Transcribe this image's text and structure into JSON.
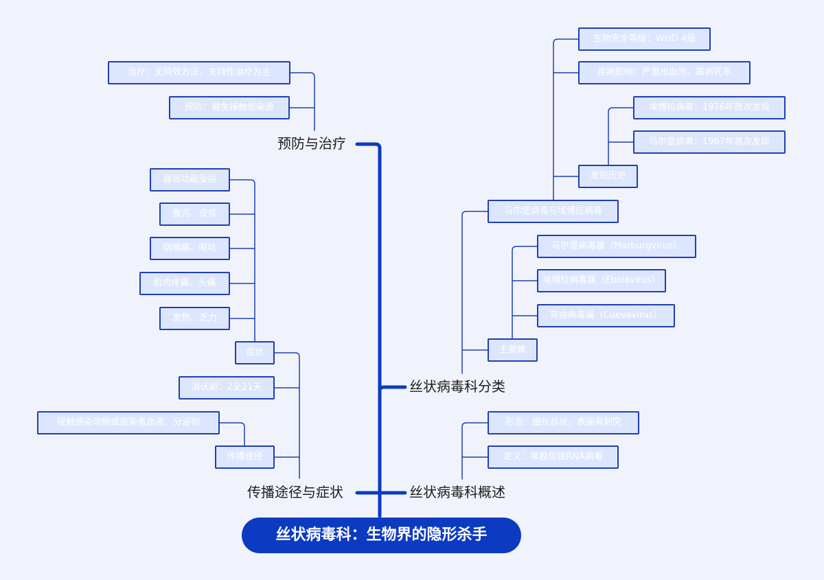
{
  "root": {
    "label": "丝状病毒科：生物界的隐形杀手"
  },
  "branches": {
    "prevention": {
      "label": "预防与治疗",
      "items": [
        "治疗：无特效方法，支持性治疗为主",
        "预防：避免接触感染源"
      ]
    },
    "transmission": {
      "label": "传播途径与症状",
      "symptoms": {
        "label": "症状",
        "items": [
          "器官功能受损",
          "腹泻、皮疹",
          "咽喉痛、呕吐",
          "肌肉疼痛、头痛",
          "发热、乏力"
        ]
      },
      "incubation": "潜伏期：2至21天",
      "route": {
        "label": "传播途径",
        "items": [
          "接触感染动物或感染者血液、分泌物"
        ]
      }
    },
    "classification": {
      "label": "丝状病毒科分类",
      "marburg_ebola": {
        "label": "马尔堡病毒与埃博拉病毒",
        "biosafety": "生物安全等级：WHO 4级",
        "impact": "疾病影响：严重出血热，高病死率",
        "history": {
          "label": "发现历史",
          "items": [
            "埃博拉病毒：1976年首次发现",
            "马尔堡病毒：1967年首次发现"
          ]
        }
      },
      "genera": {
        "label": "主要属",
        "items": [
          "马尔堡病毒属（Marburgvirus）",
          "埃博拉病毒属（Ebolavirus）",
          "弯曲病毒属（Cuevavirus）"
        ]
      }
    },
    "overview": {
      "label": "丝状病毒科概述",
      "items": [
        "形态：细长丝状，表面有刺突",
        "定义：单股负链RNA病毒"
      ]
    }
  },
  "colors": {
    "background": "#f1f3fc",
    "root_fill": "#0c3bc2",
    "trunk": "#0c3bc2",
    "node_fill": "#dde6ff",
    "node_border": "#1d3fb3",
    "connector": "#1d3fb3"
  }
}
